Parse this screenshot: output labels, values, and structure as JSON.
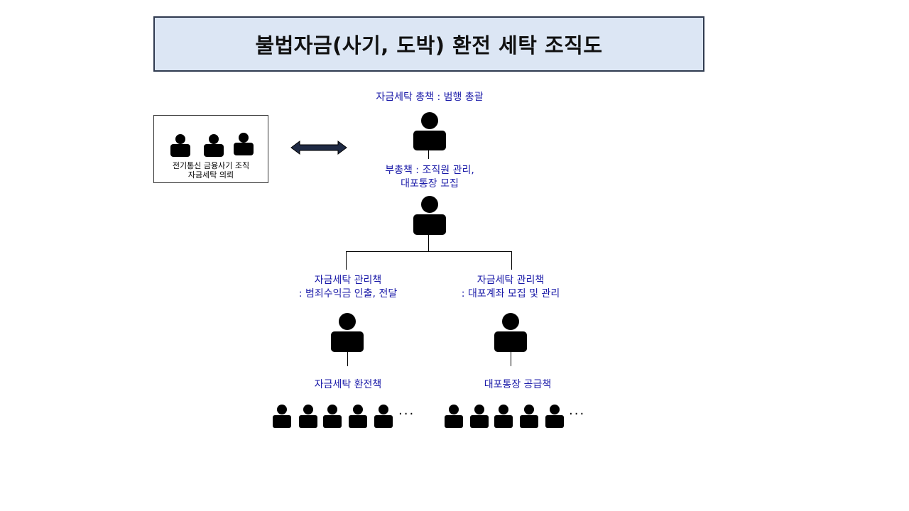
{
  "title": "불법자금(사기, 도박) 환전 세탁 조직도",
  "client": {
    "line1": "전기통신 금융사기 조직",
    "line2": "자금세탁 의뢰"
  },
  "boss": {
    "label": "자금세탁 총책 : 범행 총괄"
  },
  "deputy": {
    "line1": "부총책 : 조직원 관리,",
    "line2": "대포통장 모집"
  },
  "manager_left": {
    "line1": "자금세탁 관리책",
    "line2": ": 범죄수익금 인출, 전달"
  },
  "manager_right": {
    "line1": "자금세탁 관리책",
    "line2": ": 대포계좌 모집 및 관리"
  },
  "team_left": {
    "label": "자금세탁 환전책",
    "ellipsis": "···"
  },
  "team_right": {
    "label": "대포통장 공급책",
    "ellipsis": "···"
  },
  "icons": {
    "person": "person-icon",
    "arrow": "double-arrow-icon"
  },
  "colors": {
    "title_bg": "#dce6f4",
    "label_text": "#1a1aa8"
  }
}
